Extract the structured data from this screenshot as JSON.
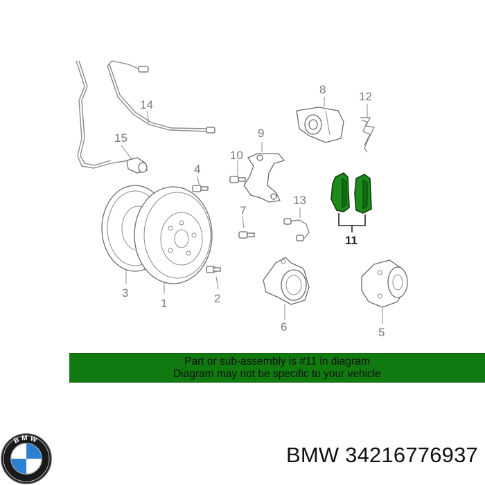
{
  "callouts": {
    "c1": "1",
    "c2": "2",
    "c3": "3",
    "c4": "4",
    "c5": "5",
    "c6": "6",
    "c7": "7",
    "c8": "8",
    "c9": "9",
    "c10": "10",
    "c11": "11",
    "c12": "12",
    "c13": "13",
    "c14": "14",
    "c15": "15"
  },
  "highlight_color": "#107a10",
  "banner": {
    "line1": "Part or sub-assembly is #11 in diagram",
    "line2": "Diagram may not be specific to your vehicle"
  },
  "logo": {
    "letters": "BMW",
    "icon": "bmw-roundel-icon"
  },
  "footer": {
    "text": "BMW 34216776937"
  }
}
